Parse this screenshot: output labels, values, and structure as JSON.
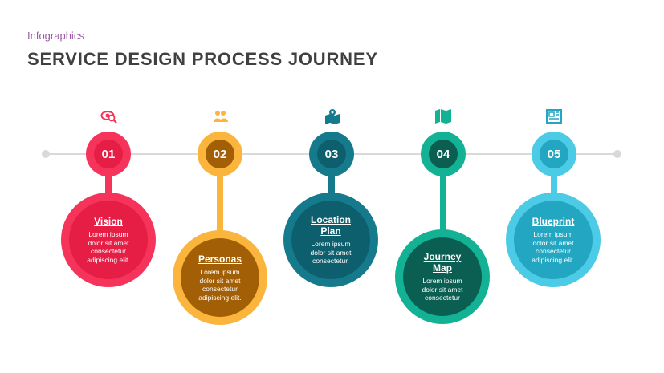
{
  "header": {
    "subtitle": "Infographics",
    "title": "SERVICE DESIGN PROCESS JOURNEY"
  },
  "steps": [
    {
      "number": "01",
      "title": "Vision",
      "desc": "Lorem ipsum\ndolor sit amet\nconsectetur\nadipiscing elit.",
      "icon": "eye-search-icon",
      "color": "#f5335b",
      "inner_color": "#e61d45",
      "light_color": "#f5335b"
    },
    {
      "number": "02",
      "title": "Personas",
      "desc": "Lorem ipsum\ndolor sit amet\nconsectetur\nadipiscing elit.",
      "icon": "users-icon",
      "color": "#fbb53c",
      "inner_color": "#a35f06",
      "light_color": "#fbb53c"
    },
    {
      "number": "03",
      "title": "Location\nPlan",
      "desc": "Lorem ipsum\ndolor sit amet\nconsectetur.",
      "icon": "map-pin-icon",
      "color": "#157a8c",
      "inner_color": "#0e5f6e",
      "light_color": "#157a8c"
    },
    {
      "number": "04",
      "title": "Journey\nMap",
      "desc": "Lorem ipsum\ndolor sit amet\nconsectetur",
      "icon": "map-icon",
      "color": "#14b294",
      "inner_color": "#0b5e52",
      "light_color": "#14b294"
    },
    {
      "number": "05",
      "title": "Blueprint",
      "desc": "Lorem ipsum\ndolor sit amet\nconsectetur\nadipiscing elit.",
      "icon": "blueprint-icon",
      "color": "#4ccbe6",
      "inner_color": "#22a6c1",
      "light_color": "#4ccbe6"
    }
  ]
}
